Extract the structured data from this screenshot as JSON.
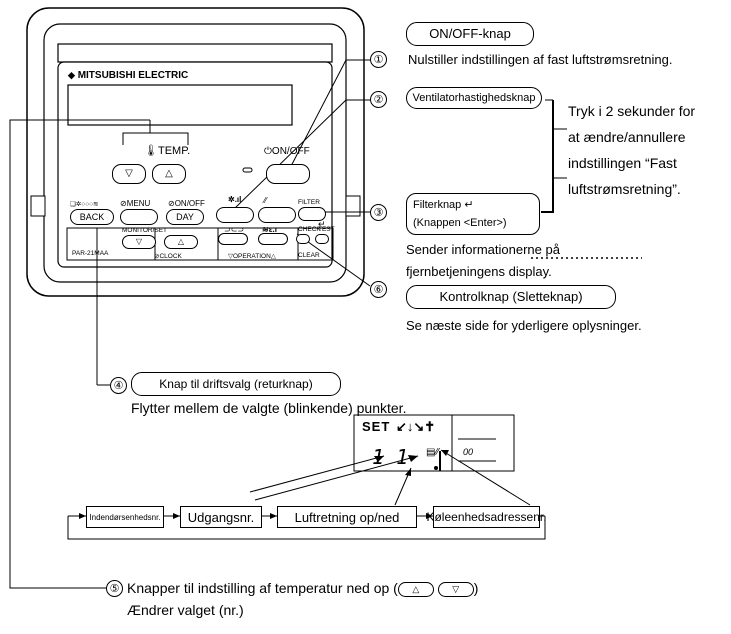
{
  "remote": {
    "brand": "MITSUBISHI ELECTRIC",
    "temp_label": "TEMP.",
    "onoff_label": "ON/OFF",
    "menu_label": "MENU",
    "onoff2_label": "ON/OFF",
    "back_label": "BACK",
    "day_label": "DAY",
    "monitor_label": "MONITOR/SET",
    "clock_label": "CLOCK",
    "operation_label": "OPERATION",
    "filter_label": "FILTER",
    "check_label": "CHECK",
    "test_label": "TEST",
    "clear_label": "CLEAR",
    "model": "PAR-21MAA"
  },
  "callouts": {
    "c1_num": "①",
    "c1_title": "ON/OFF-knap",
    "c1_desc": "Nulstiller indstillingen af fast luftstrømsretning.",
    "c2_num": "②",
    "c2_title": "Ventilatorhastighedsknap",
    "side_note": [
      "Tryk i 2 sekunder for",
      "at ændre/annullere",
      "indstillingen “Fast",
      "luftstrømsretning”."
    ],
    "c3_num": "③",
    "c3_title_line1": "Filterknap ↵",
    "c3_title_line2": "(Knappen <Enter>)",
    "c3_desc_line1": "Sender informationerne på",
    "c3_desc_line2": "fjernbetjeningens display.",
    "c6_num": "⑥",
    "c6_title": "Kontrolknap (Sletteknap)",
    "c6_desc": "Se næste side for yderligere oplysninger.",
    "c4_num": "④",
    "c4_title": "Knap til driftsvalg (returknap)",
    "c4_desc": "Flytter mellem de valgte (blinkende) punkter.",
    "c5_num": "⑤",
    "c5_line1": "Knapper til indstilling af temperatur ned op (",
    "c5_line1_end": ")",
    "c5_line2": "Ændrer valget (nr.)"
  },
  "display": {
    "set_label": "SET",
    "digits": "1  1",
    "code": "00"
  },
  "flow": {
    "boxes": [
      "Indendørsenhedsnr.",
      "Udgangsnr.",
      "Luftretning op/ned",
      "Køleenhedsadressenr."
    ]
  }
}
